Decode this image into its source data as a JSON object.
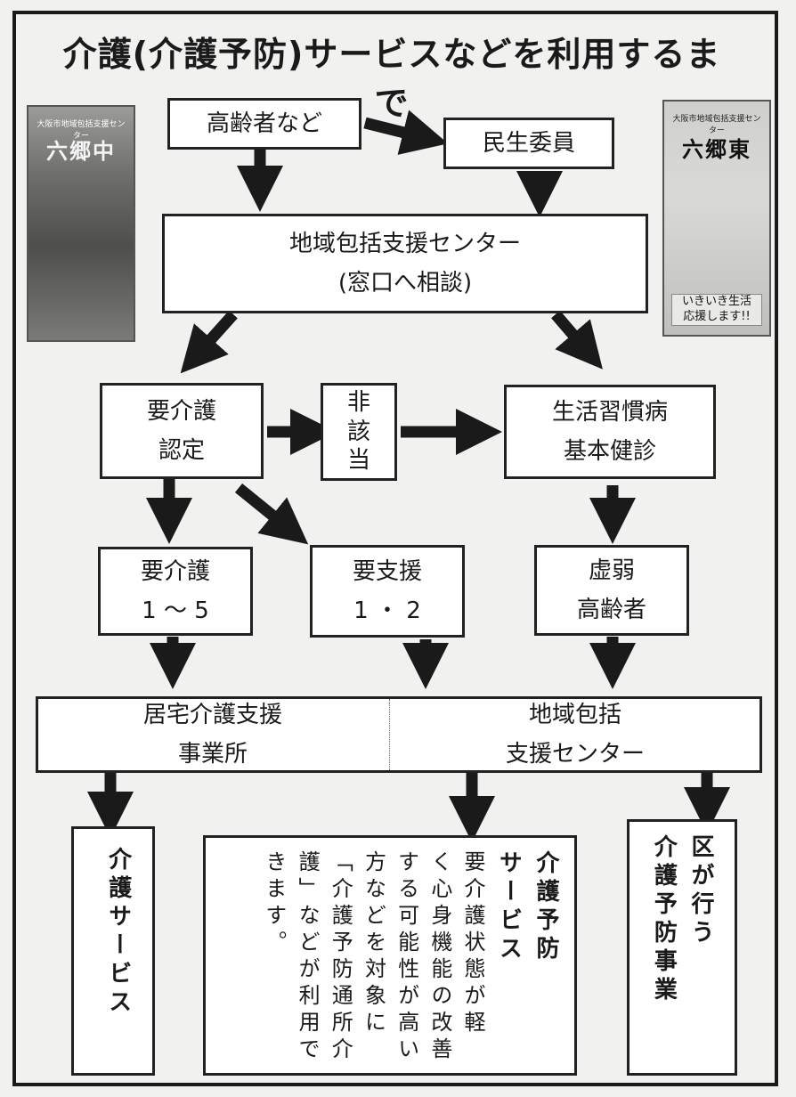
{
  "title": "介護(介護予防)サービスなどを利用するまで",
  "nodes": {
    "elderly": "高齢者など",
    "welfare_commissioner": "民生委員",
    "center_consult": [
      "地域包括支援センター",
      "(窓口へ相談)"
    ],
    "certification": [
      "要介護",
      "認定"
    ],
    "not_applicable": [
      "非",
      "該",
      "当"
    ],
    "health_check": [
      "生活習慣病",
      "基本健診"
    ],
    "care_1_5": [
      "要介護",
      "1 〜 5"
    ],
    "support_1_2": [
      "要支援",
      "1 ・ 2"
    ],
    "frail_elderly": [
      "虚弱",
      "高齢者"
    ],
    "home_care_office": [
      "居宅介護支援",
      "事業所"
    ],
    "regional_center": [
      "地域包括",
      "支援センター"
    ]
  },
  "outputs": {
    "care_service": "介護サービス",
    "preventive_service": {
      "title": [
        "介護予防",
        "サービス"
      ],
      "body": [
        "要介護状態が軽",
        "く心身機能の改善",
        "する可能性が高い",
        "方などを対象に",
        "「介護予防通所介",
        "護」などが利用で",
        "きます。"
      ]
    },
    "ward_prevention": [
      "区が行う",
      "介護予防事業"
    ]
  },
  "pamphlets": {
    "left": {
      "header": "大阪市地域包括支援センター",
      "name": "六郷中"
    },
    "right": {
      "header": "大阪市地域包括支援センター",
      "name": "六郷東",
      "footer": [
        "いきいき生活",
        "応援します!!"
      ]
    }
  }
}
